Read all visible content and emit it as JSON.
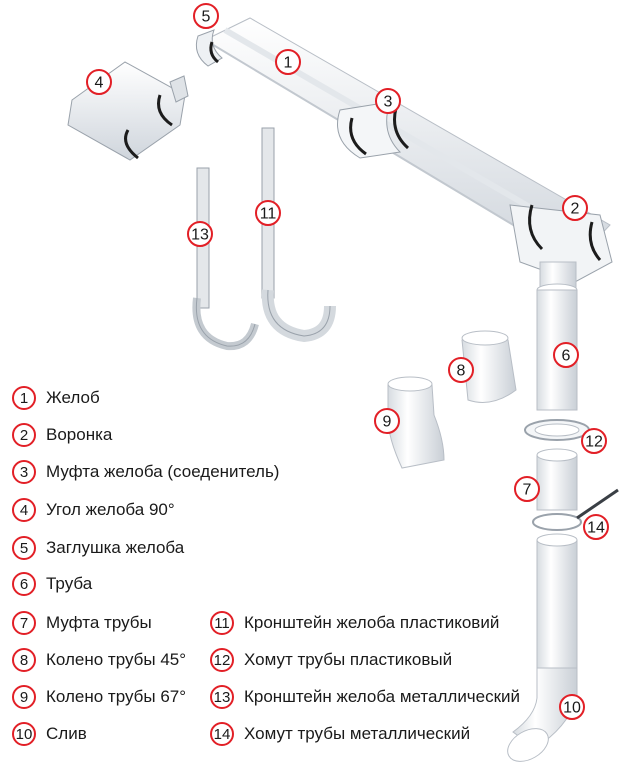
{
  "diagram": {
    "callouts": [
      "1",
      "2",
      "3",
      "4",
      "5",
      "6",
      "7",
      "8",
      "9",
      "10",
      "11",
      "12",
      "13",
      "14"
    ]
  },
  "legend": [
    {
      "num": "1",
      "label": "Желоб"
    },
    {
      "num": "2",
      "label": "Воронка"
    },
    {
      "num": "3",
      "label": "Муфта желоба (соеденитель)"
    },
    {
      "num": "4",
      "label": "Угол желоба 90°"
    },
    {
      "num": "5",
      "label": "Заглушка желоба"
    },
    {
      "num": "6",
      "label": "Труба"
    },
    {
      "num": "7",
      "label": "Муфта трубы"
    },
    {
      "num": "8",
      "label": "Колено трубы 45°"
    },
    {
      "num": "9",
      "label": "Колено трубы 67°"
    },
    {
      "num": "10",
      "label": "Слив"
    },
    {
      "num": "11",
      "label": "Кронштейн желоба пластиковий"
    },
    {
      "num": "12",
      "label": "Хомут трубы пластиковый"
    },
    {
      "num": "13",
      "label": "Кронштейн желоба металлический"
    },
    {
      "num": "14",
      "label": "Хомут трубы металлический"
    }
  ],
  "colors": {
    "badge_border": "#e21f26",
    "part_fill": "#f2f4f6",
    "part_stroke": "#b8bec6",
    "seal": "#1c1c1c"
  }
}
